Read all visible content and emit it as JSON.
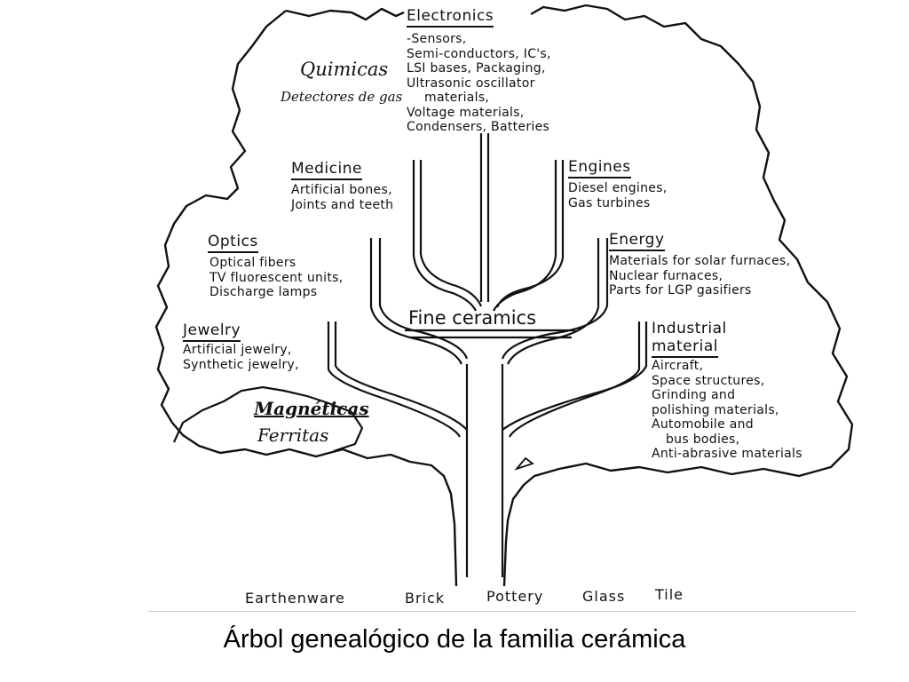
{
  "electronics": {
    "title": "Electronics",
    "items": [
      "-Sensors,",
      "Semi-conductors, IC's,",
      "LSI bases, Packaging,",
      "Ultrasonic oscillator",
      "materials,",
      "Voltage materials,",
      "Condensers, Batteries"
    ]
  },
  "quimicas": {
    "title": "Quimicas",
    "sub": "Detectores de gas"
  },
  "medicine": {
    "title": "Medicine",
    "items": [
      "Artificial bones,",
      "Joints and teeth"
    ]
  },
  "engines": {
    "title": "Engines",
    "items": [
      "Diesel engines,",
      "Gas turbines"
    ]
  },
  "optics": {
    "title": "Optics",
    "items": [
      "Optical fibers",
      "TV fluorescent units,",
      "Discharge lamps"
    ]
  },
  "energy": {
    "title": "Energy",
    "items": [
      "Materials for solar furnaces,",
      "Nuclear furnaces,",
      "Parts for LGP gasifiers"
    ]
  },
  "fine_ceramics": {
    "title": "Fine ceramics"
  },
  "jewelry": {
    "title": "Jewelry",
    "items": [
      "Artificial jewelry,",
      "Synthetic jewelry,"
    ]
  },
  "industrial": {
    "title_1": "Industrial",
    "title_2": "material",
    "items": [
      "Aircraft,",
      "Space structures,",
      "Grinding and",
      "polishing materials,",
      "Automobile and",
      "bus bodies,",
      "Anti-abrasive materials"
    ]
  },
  "magneticas": {
    "title": "Magnéticas",
    "sub": "Ferritas"
  },
  "base": {
    "items": [
      "Earthenware",
      "Brick",
      "Pottery",
      "Glass",
      "Tile"
    ]
  },
  "caption": "Árbol genealógico de la familia cerámica"
}
